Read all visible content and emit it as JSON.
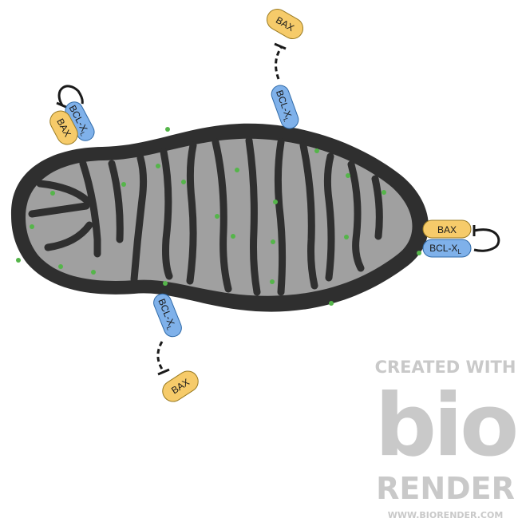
{
  "labels": {
    "bax": "BAX",
    "bcl_xl_main": "BCL-X",
    "bcl_xl_sub": "L"
  },
  "watermark": {
    "line1": "CREATED WITH",
    "logo": "bio",
    "line2": "RENDER",
    "url": "WWW.BIORENDER.COM"
  },
  "colors": {
    "outer_membrane": "#2f2f2f",
    "matrix": "#a0a0a0",
    "dots": "#55b54a",
    "bax_fill": "#f6cb6a",
    "bax_stroke": "#9a7b22",
    "bcl_fill": "#7fb1ea",
    "bcl_stroke": "#2f6aa8",
    "watermark": "#c9c9c9"
  },
  "complexes": [
    {
      "state": "bound",
      "inhibition": "solid"
    },
    {
      "state": "bound",
      "inhibition": "solid"
    },
    {
      "state": "released",
      "inhibition": "dashed"
    },
    {
      "state": "released",
      "inhibition": "dashed"
    }
  ]
}
